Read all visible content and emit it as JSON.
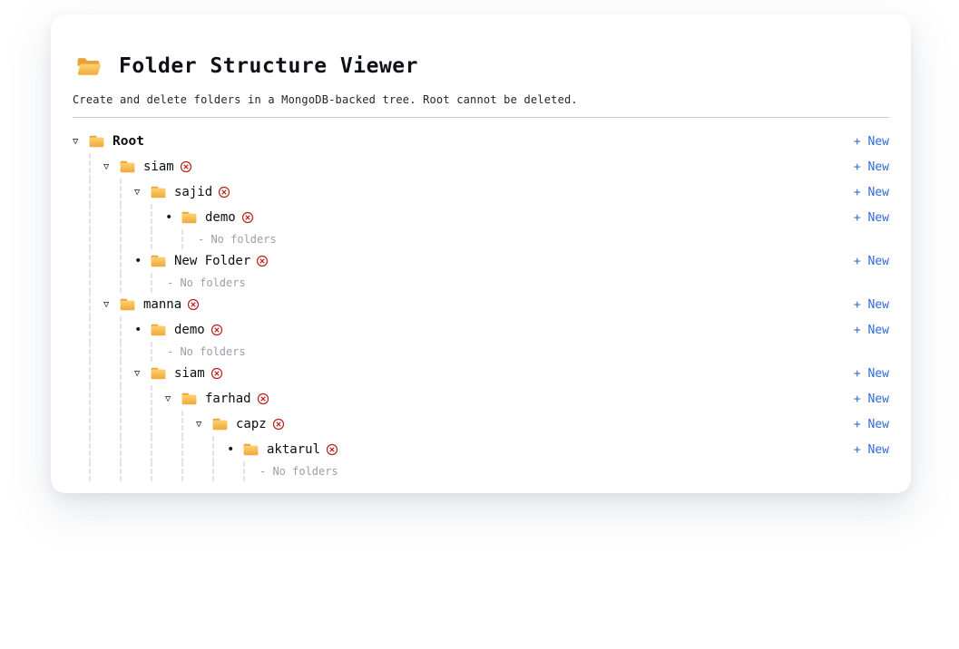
{
  "card": {
    "header": {
      "title": "Folder Structure Viewer",
      "subtitle": "Create and delete folders in a MongoDB-backed tree. Root cannot be deleted."
    },
    "labels": {
      "new_button": "+ New",
      "empty_placeholder": "- No folders"
    },
    "icons": {
      "header_icon": "open-folder-icon",
      "row_icon": "closed-folder-icon",
      "delete_icon": "circled-x-icon",
      "expanded_toggle": "▽",
      "leaf_bullet": "•"
    },
    "colors": {
      "new_link_blue": "#2f6cd8",
      "delete_red": "#b3261e",
      "folder_orange": "#f2a73e",
      "folder_yellow_light": "#fcd36d",
      "guide_gray": "#e3e4e8",
      "empty_text_gray": "#99a0ab",
      "divider_gray": "#c9ccd1"
    },
    "tree": {
      "rows": [
        {
          "type": "folder",
          "depth": 0,
          "state": "expanded",
          "name": "Root",
          "deletable": false,
          "has_new": true
        },
        {
          "type": "folder",
          "depth": 1,
          "state": "expanded",
          "name": "siam",
          "deletable": true,
          "has_new": true
        },
        {
          "type": "folder",
          "depth": 2,
          "state": "expanded",
          "name": "sajid",
          "deletable": true,
          "has_new": true
        },
        {
          "type": "folder",
          "depth": 3,
          "state": "leaf",
          "name": "demo",
          "deletable": true,
          "has_new": true
        },
        {
          "type": "empty",
          "depth": 4
        },
        {
          "type": "folder",
          "depth": 2,
          "state": "leaf",
          "name": "New Folder",
          "deletable": true,
          "has_new": true
        },
        {
          "type": "empty",
          "depth": 3
        },
        {
          "type": "folder",
          "depth": 1,
          "state": "expanded",
          "name": "manna",
          "deletable": true,
          "has_new": true
        },
        {
          "type": "folder",
          "depth": 2,
          "state": "leaf",
          "name": "demo",
          "deletable": true,
          "has_new": true
        },
        {
          "type": "empty",
          "depth": 3
        },
        {
          "type": "folder",
          "depth": 2,
          "state": "expanded",
          "name": "siam",
          "deletable": true,
          "has_new": true
        },
        {
          "type": "folder",
          "depth": 3,
          "state": "expanded",
          "name": "farhad",
          "deletable": true,
          "has_new": true
        },
        {
          "type": "folder",
          "depth": 4,
          "state": "expanded",
          "name": "capz",
          "deletable": true,
          "has_new": true
        },
        {
          "type": "folder",
          "depth": 5,
          "state": "leaf",
          "name": "aktarul",
          "deletable": true,
          "has_new": true
        },
        {
          "type": "empty",
          "depth": 6
        }
      ]
    }
  }
}
